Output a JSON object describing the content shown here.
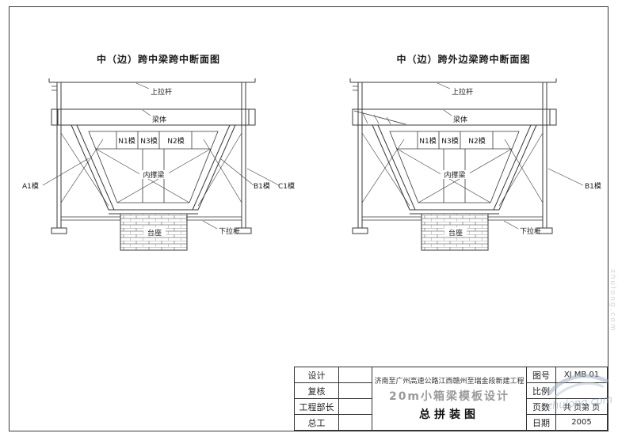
{
  "sheet": {
    "background": "#ffffff",
    "line_color": "#333333"
  },
  "diagrams": [
    {
      "title": "中（边）跨中梁跨中断面图",
      "labels": {
        "top_tie": "上拉杆",
        "beam": "梁体",
        "n1": "N1模",
        "n3": "N3模",
        "n2": "N2模",
        "inner_beam": "内撑梁",
        "a1": "A1模",
        "b1": "B1模",
        "c1": "C1模",
        "bottom_tie": "下拉杆",
        "pedestal": "台座"
      }
    },
    {
      "title": "中（边）跨外边梁跨中断面图",
      "labels": {
        "top_tie": "上拉杆",
        "beam": "梁体",
        "n1": "N1模",
        "n3": "N3模",
        "n2": "N2模",
        "inner_beam": "内撑梁",
        "b1": "B1模",
        "bottom_tie": "下拉杆",
        "pedestal": "台座"
      }
    }
  ],
  "title_block": {
    "sign_rows": [
      "设计",
      "复核",
      "工程部长",
      "总工"
    ],
    "project_name": "济南至广州高速公路江西赣州至瑞金段新建工程",
    "design_subject": "20m小箱梁模板设计",
    "drawing_title": "总拼装图",
    "fields": [
      {
        "label": "图号",
        "value": "XJ MB 01"
      },
      {
        "label": "比例",
        "value": ""
      },
      {
        "label": "页数",
        "value": "共 页第 页"
      },
      {
        "label": "日期",
        "value": "2005"
      }
    ]
  },
  "watermark": {
    "text": "zhulong.com",
    "color": "#a8b8c8"
  }
}
